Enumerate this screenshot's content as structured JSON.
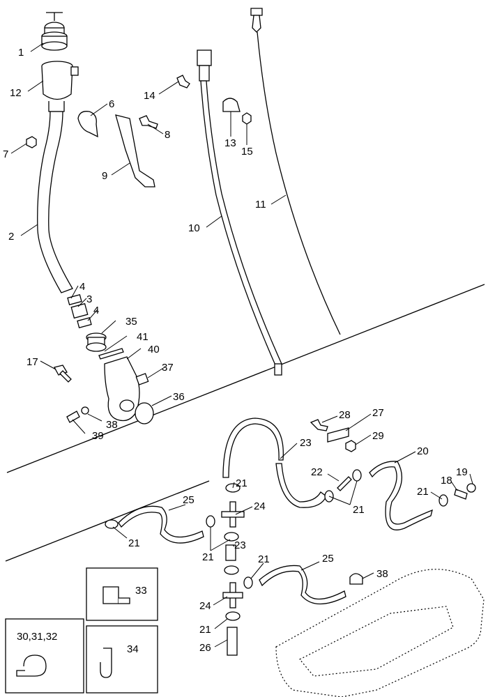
{
  "callouts": {
    "c1": "1",
    "c2": "2",
    "c3": "3",
    "c4a": "4",
    "c4b": "4",
    "c6": "6",
    "c7": "7",
    "c8": "8",
    "c9": "9",
    "c10": "10",
    "c11": "11",
    "c12": "12",
    "c13": "13",
    "c14": "14",
    "c15": "15",
    "c17": "17",
    "c18": "18",
    "c19": "19",
    "c20": "20",
    "c21a": "21",
    "c21b": "21",
    "c21c": "21",
    "c21d": "21",
    "c21e": "21",
    "c21f": "21",
    "c21g": "21",
    "c22": "22",
    "c23a": "23",
    "c23b": "23",
    "c24a": "24",
    "c24b": "24",
    "c25a": "25",
    "c25b": "25",
    "c26": "26",
    "c27": "27",
    "c28": "28",
    "c29": "29",
    "c33": "33",
    "c34": "34",
    "c35": "35",
    "c36": "36",
    "c37": "37",
    "c38a": "38",
    "c38b": "38",
    "c39": "39",
    "c40": "40",
    "c41": "41",
    "c303132": "30,31,32"
  }
}
